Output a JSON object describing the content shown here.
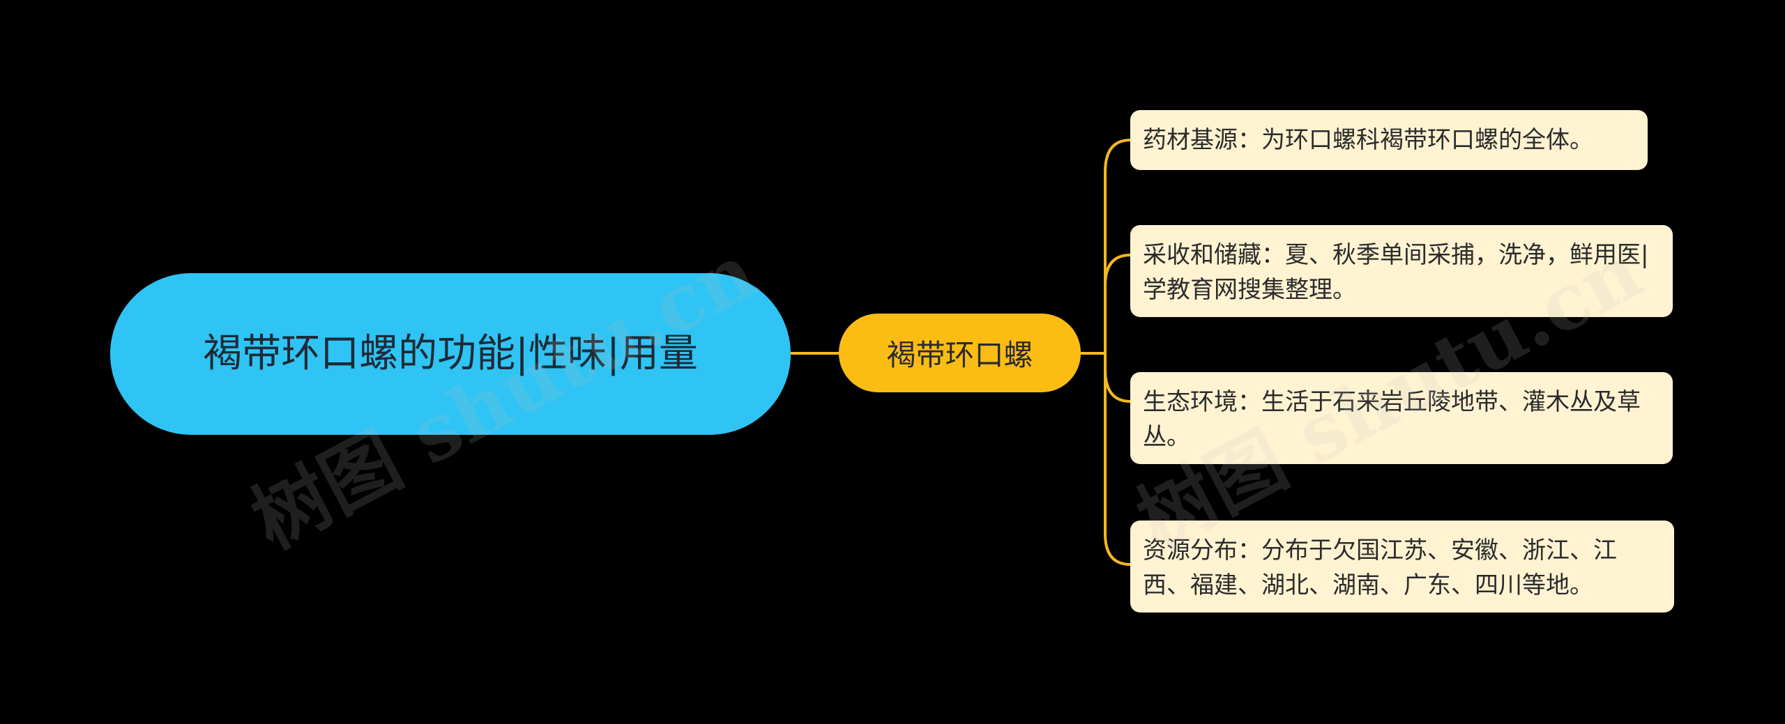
{
  "root": {
    "label": "褐带环口螺的功能|性味|用量"
  },
  "main": {
    "label": "褐带环口螺"
  },
  "leaves": [
    {
      "text": "药材基源：为环口螺科褐带环口螺的全体。"
    },
    {
      "text": "采收和储藏：夏、秋季单间采捕，洗净，鲜用医|学教育网搜集整理。"
    },
    {
      "text": "生态环境：生活于石来岩丘陵地带、灌木丛及草丛。"
    },
    {
      "text": "资源分布：分布于欠国江苏、安徽、浙江、江西、福建、湖北、湖南、广东、四川等地。"
    }
  ],
  "watermarks": [
    "树图 shutu.cn",
    "树图 shutu.cn"
  ],
  "colors": {
    "background": "#000000",
    "root": "#2fc4f4",
    "main": "#fbbd14",
    "leaf": "#fff3d2",
    "connector": "#f5b820"
  }
}
